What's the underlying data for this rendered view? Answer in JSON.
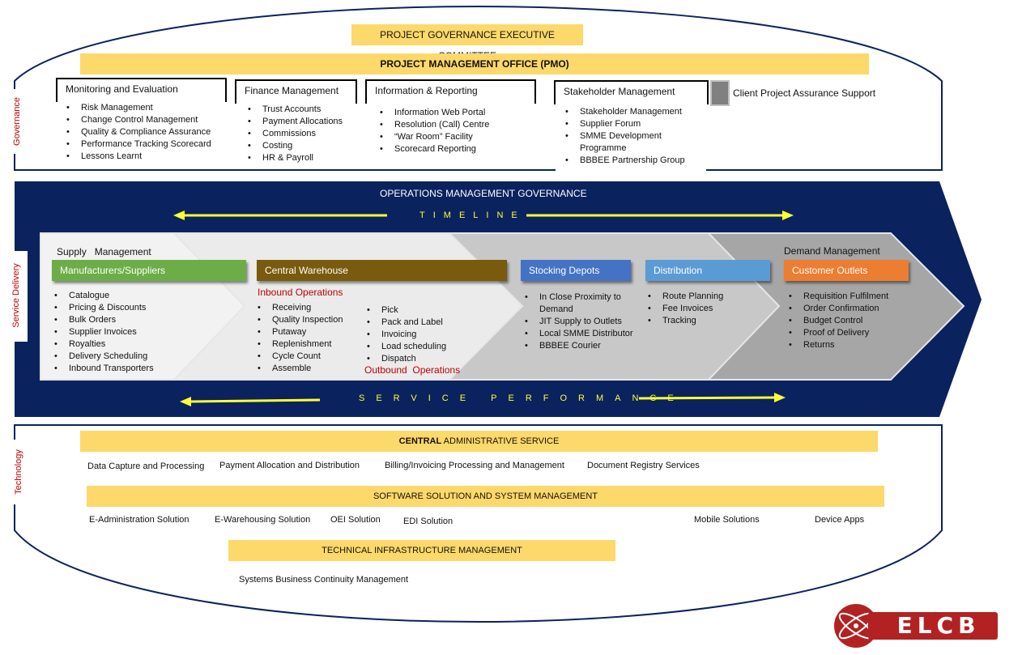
{
  "colors": {
    "navy": "#0a225e",
    "yellow": "#fdd86a",
    "green": "#6cad47",
    "brown": "#7a5a0c",
    "blue": "#4472c4",
    "light_blue": "#5b9bd5",
    "orange": "#ed7d31",
    "red_text": "#c00000",
    "arrow_yellow": "#ffff33",
    "logo_red": "#b22222"
  },
  "governance": {
    "side_label": "Governance",
    "executive_committee": "PROJECT GOVERNANCE EXECUTIVE COMMITTEE",
    "pmo": "PROJECT MANAGEMENT OFFICE (PMO)",
    "boxes": [
      {
        "title": "Monitoring and Evaluation",
        "items": [
          "Risk Management",
          "Change Control Management",
          "Quality & Compliance Assurance",
          "Performance Tracking Scorecard",
          "Lessons Learnt"
        ]
      },
      {
        "title": "Finance Management",
        "items": [
          "Trust Accounts",
          "Payment Allocations",
          "Commissions",
          "Costing",
          "HR & Payroll"
        ]
      },
      {
        "title": "Information & Reporting",
        "items": [
          "Information Web Portal",
          "Resolution (Call) Centre",
          "“War Room” Facility",
          "Scorecard Reporting"
        ]
      },
      {
        "title": "Stakeholder Management",
        "items": [
          "Stakeholder Management",
          "Supplier Forum",
          "SMME Development Programme",
          "BBBEE Partnership Group"
        ]
      }
    ],
    "client_assurance": "Client Project Assurance Support"
  },
  "service_delivery": {
    "side_label": "Service Delivery",
    "title": "OPERATIONS MANAGEMENT  GOVERNANCE",
    "timeline": "TIMELINE",
    "service_performance": "SERVICE PERFORMANCE",
    "supply_management": "Supply   Management",
    "demand_management": "Demand Management",
    "manufacturers": {
      "label": "Manufacturers/Suppliers",
      "items": [
        "Catalogue",
        "Pricing & Discounts",
        "Bulk Orders",
        "Supplier Invoices",
        "Royalties",
        "Delivery Scheduling",
        "Inbound Transporters"
      ]
    },
    "central_warehouse": {
      "label": "Central Warehouse",
      "inbound_label": "Inbound Operations",
      "inbound_items": [
        "Receiving",
        "Quality Inspection",
        "Putaway",
        "Replenishment",
        "Cycle Count",
        "Assemble"
      ],
      "outbound_items": [
        "Pick",
        "Pack and Label",
        "Invoicing",
        "Load scheduling",
        "Dispatch"
      ],
      "outbound_label": "Outbound  Operations"
    },
    "stocking_depots": {
      "label": "Stocking Depots",
      "items": [
        "In Close Proximity to Demand",
        "JIT Supply to Outlets",
        "Local SMME Distributor",
        "BBBEE Courier"
      ]
    },
    "distribution": {
      "label": "Distribution",
      "items": [
        "Route Planning",
        "Fee Invoices",
        "Tracking"
      ]
    },
    "customer_outlets": {
      "label": "Customer Outlets",
      "items": [
        "Requisition Fulfilment",
        "Order Confirmation",
        "Budget Control",
        "Proof of Delivery",
        "Returns"
      ]
    }
  },
  "technology": {
    "side_label": "Technology",
    "central_admin_bold": "CENTRAL",
    "central_admin_rest": " ADMINISTRATIVE SERVICE",
    "admin_items": [
      "Data Capture and Processing",
      "Payment Allocation and Distribution",
      "Billing/Invoicing Processing and Management",
      "Document Registry Services"
    ],
    "software_title": "SOFTWARE SOLUTION AND SYSTEM MANAGEMENT",
    "software_items": [
      "E-Administration Solution",
      "E-Warehousing Solution",
      "OEI Solution",
      "EDI Solution",
      "Mobile Solutions",
      "Device Apps"
    ],
    "infra_title": "TECHNICAL INFRASTRUCTURE MANAGEMENT",
    "infra_items": [
      "Systems Business Continuity Management"
    ]
  },
  "logo": {
    "text": "ELCB"
  }
}
